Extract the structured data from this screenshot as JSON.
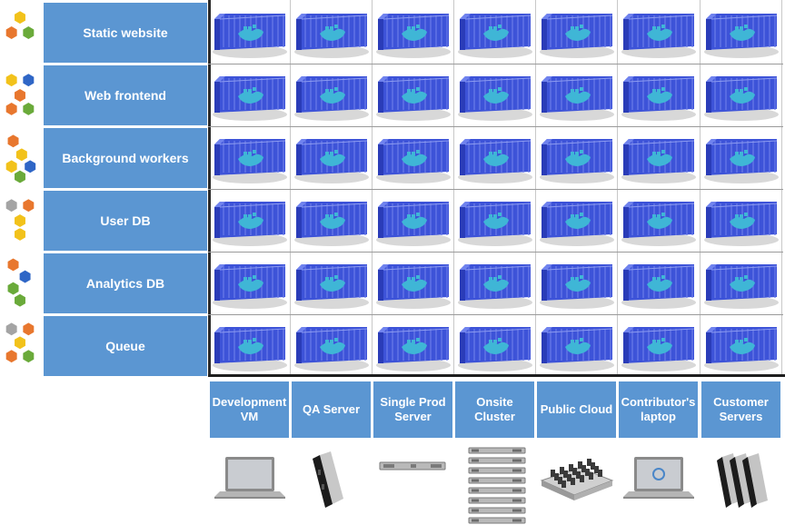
{
  "rows": [
    {
      "label": "Static website"
    },
    {
      "label": "Web frontend"
    },
    {
      "label": "Background workers"
    },
    {
      "label": "User DB"
    },
    {
      "label": "Analytics  DB"
    },
    {
      "label": "Queue"
    }
  ],
  "columns": [
    {
      "label": "Development VM",
      "device_icon": "laptop-icon"
    },
    {
      "label": "QA  Server",
      "device_icon": "blade-server-icon"
    },
    {
      "label": "Single Prod Server",
      "device_icon": "rack-server-icon"
    },
    {
      "label": "Onsite Cluster",
      "device_icon": "server-cluster-icon"
    },
    {
      "label": "Public Cloud",
      "device_icon": "datacenter-icon"
    },
    {
      "label": "Contributor's laptop",
      "device_icon": "laptop-icon"
    },
    {
      "label": "Customer Servers",
      "device_icon": "blade-servers-icon"
    }
  ],
  "cell_icon": "shipping-container-icon",
  "row_icon": "hexagon-cluster-icon",
  "colors": {
    "header_blue": "#5b96d2",
    "container_blue": "#3d53d8",
    "hex_orange": "#e8772e",
    "hex_green": "#6aaa3a",
    "hex_yellow": "#f2c21b",
    "hex_blue": "#2f66c6",
    "hex_gray": "#a4a4a4"
  }
}
